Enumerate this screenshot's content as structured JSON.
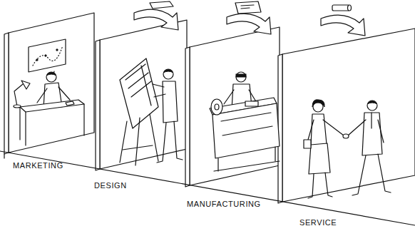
{
  "diagram": {
    "labels": [
      "MARKETING",
      "DESIGN",
      "MANUFACTURING",
      "SERVICE"
    ]
  }
}
